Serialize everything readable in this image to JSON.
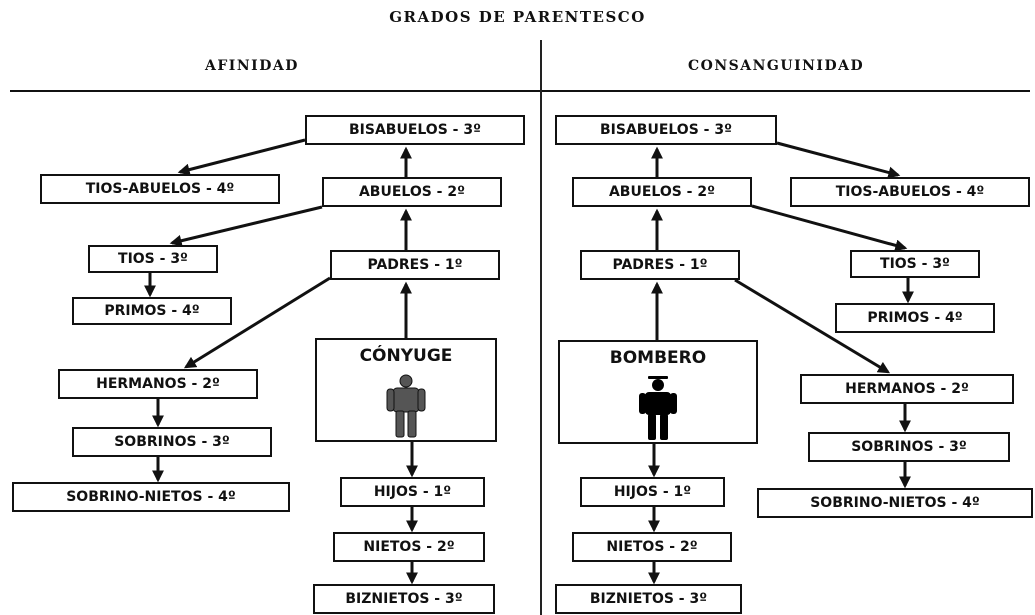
{
  "title": "GRADOS DE PARENTESCO",
  "sections": {
    "afinidad": "AFINIDAD",
    "consanguinidad": "CONSANGUINIDAD"
  },
  "afinidad": {
    "bisabuelos": "BISABUELOS - 3º",
    "tios_abuelos": "TIOS-ABUELOS - 4º",
    "abuelos": "ABUELOS - 2º",
    "tios": "TIOS - 3º",
    "padres": "PADRES - 1º",
    "primos": "PRIMOS - 4º",
    "conyuge": "CÓNYUGE",
    "hermanos": "HERMANOS - 2º",
    "sobrinos": "SOBRINOS - 3º",
    "sobrino_nietos": "SOBRINO-NIETOS - 4º",
    "hijos": "HIJOS - 1º",
    "nietos": "NIETOS - 2º",
    "biznietos": "BIZNIETOS - 3º"
  },
  "consanguinidad": {
    "bisabuelos": "BISABUELOS - 3º",
    "abuelos": "ABUELOS - 2º",
    "tios_abuelos": "TIOS-ABUELOS - 4º",
    "padres": "PADRES - 1º",
    "tios": "TIOS - 3º",
    "primos": "PRIMOS - 4º",
    "bombero": "BOMBERO",
    "hermanos": "HERMANOS - 2º",
    "sobrinos": "SOBRINOS - 3º",
    "sobrino_nietos": "SOBRINO-NIETOS - 4º",
    "hijos": "HIJOS - 1º",
    "nietos": "NIETOS - 2º",
    "biznietos": "BIZNIETOS - 3º"
  },
  "colors": {
    "ink": "#111111",
    "conyuge_figure": "#555555",
    "bombero_figure": "#000000"
  }
}
